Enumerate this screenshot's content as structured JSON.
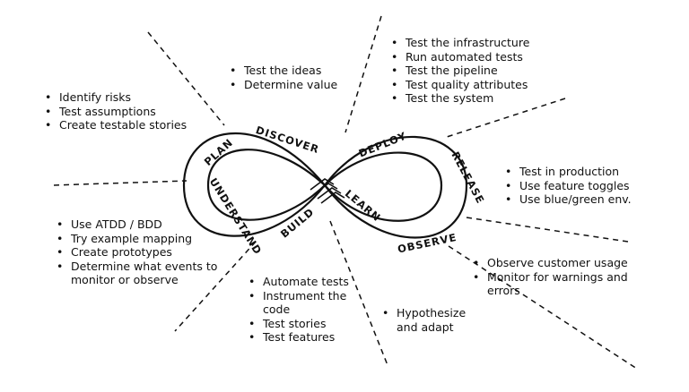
{
  "phases": {
    "plan": "PLAN",
    "discover": "DISCOVER",
    "deploy": "DEPLOY",
    "release": "RELEASE",
    "observe": "OBSERVE",
    "learn": "LEARN",
    "build": "BUILD",
    "understand": "UNDERSTAND"
  },
  "notes": {
    "plan": [
      "Identify risks",
      "Test assumptions",
      "Create testable stories"
    ],
    "discover": [
      "Test the ideas",
      "Determine value"
    ],
    "deploy": [
      "Test the infrastructure",
      "Run automated tests",
      "Test the pipeline",
      "Test quality attributes",
      "Test the system"
    ],
    "release": [
      "Test in production",
      "Use feature toggles",
      "Use blue/green env."
    ],
    "observe": [
      "Observe customer usage",
      "Monitor for warnings and errors"
    ],
    "learn": [
      "Hypothesize and adapt"
    ],
    "build": [
      "Automate tests",
      "Instrument the code",
      "Test stories",
      "Test features"
    ],
    "understand": [
      "Use ATDD / BDD",
      "Try example mapping",
      "Create prototypes",
      "Determine what events to monitor or observe"
    ]
  }
}
